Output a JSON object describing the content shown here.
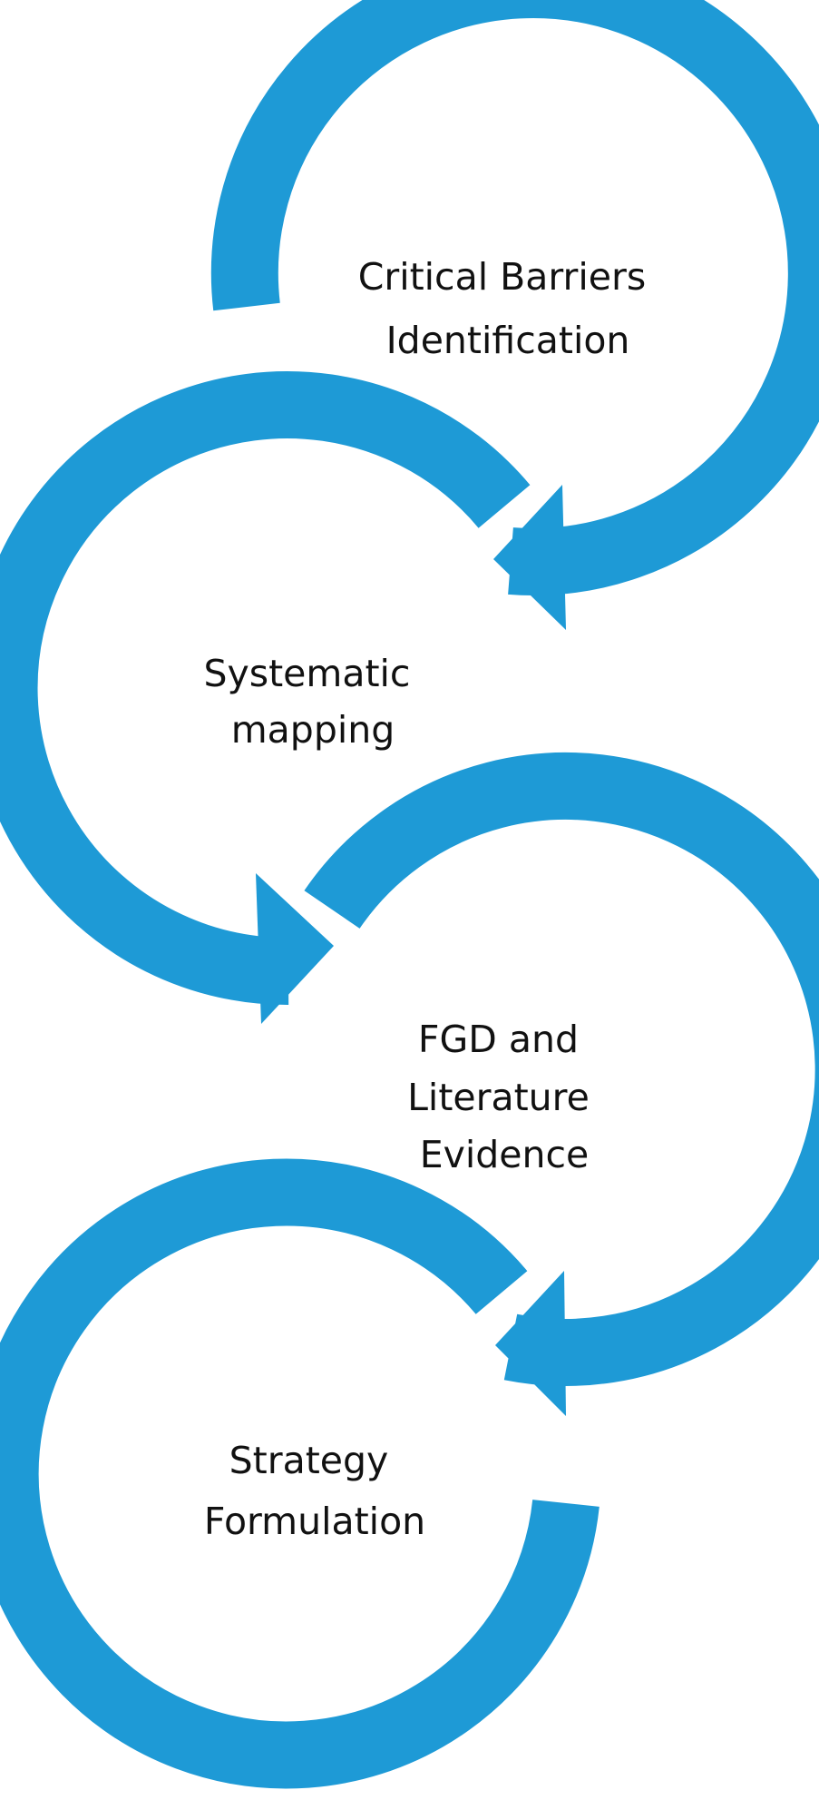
{
  "diagram": {
    "accent_color": "#1E9AD6",
    "steps": [
      {
        "lines": [
          "Critical Barriers",
          "Identification"
        ]
      },
      {
        "lines": [
          "Systematic",
          "mapping"
        ]
      },
      {
        "lines": [
          "FGD and",
          "Literature",
          "Evidence"
        ]
      },
      {
        "lines": [
          "Strategy",
          "Formulation"
        ]
      }
    ]
  }
}
